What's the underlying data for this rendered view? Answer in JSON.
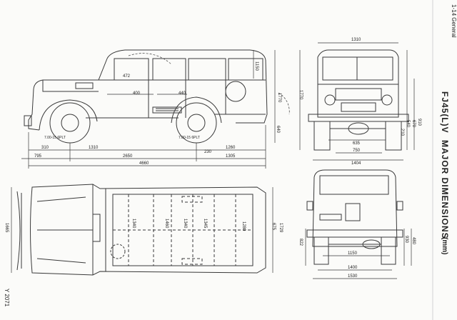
{
  "header": {
    "section": "1-14 General",
    "model": "FJ45(L)V",
    "title": "MAJOR DIMENSIONS",
    "unit": "(mm)"
  },
  "footer": {
    "code": "Y 2071"
  },
  "side_view": {
    "dim_310": "310",
    "dim_1310": "1310",
    "dim_1260": "1260",
    "dim_795": "795",
    "dim_2650": "2650",
    "dim_1305": "1305",
    "dim_4660": "4660",
    "dim_230": "230",
    "dim_400": "400",
    "dim_440": "440",
    "dim_1150": "1150",
    "dim_1770": "1770",
    "dim_640": "640",
    "dim_472": "472",
    "tire_front": "7.00-15 6PLT",
    "tire_rear": "7.00-15 6PLT"
  },
  "front_view": {
    "dim_1310": "1310",
    "dim_635": "635",
    "dim_750": "750",
    "dim_1404": "1404",
    "dim_1770": "1770",
    "dim_910": "910",
    "dim_670": "670",
    "dim_540": "540",
    "dim_210": "210"
  },
  "top_view": {
    "dim_1665": "1665",
    "dim_1729": "1729",
    "dim_675": "675",
    "dim_1280": "1280",
    "dim_1340": "1340",
    "dim_1460": "1460",
    "dim_1345": "1345"
  },
  "rear_view": {
    "dim_822": "822",
    "dim_1150": "1150",
    "dim_1400": "1400",
    "dim_1530": "1530",
    "dim_930": "930",
    "dim_480": "480"
  }
}
